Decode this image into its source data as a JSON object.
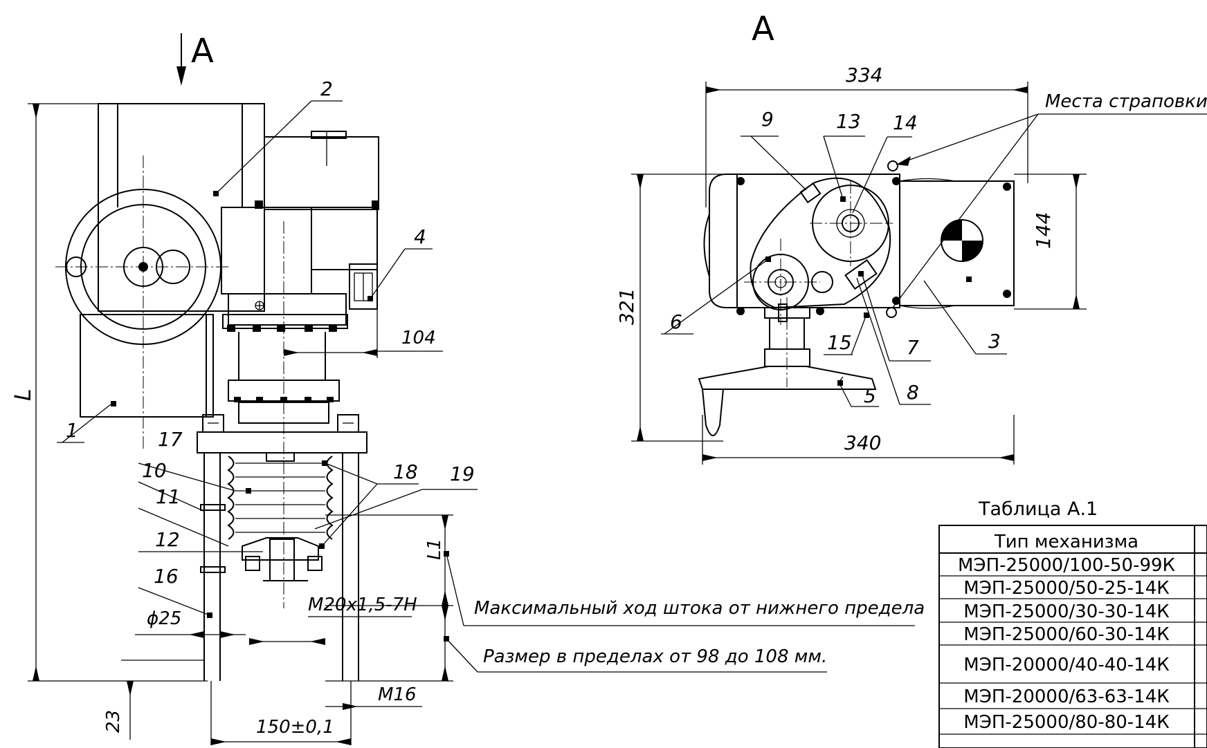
{
  "view_labels": {
    "arrow_label": "A",
    "view_title": "A"
  },
  "callouts": [
    "1",
    "2",
    "3",
    "4",
    "5",
    "6",
    "7",
    "8",
    "9",
    "10",
    "11",
    "12",
    "13",
    "14",
    "15",
    "16",
    "17",
    "18",
    "19"
  ],
  "dimensions": {
    "d104": "104",
    "d334": "334",
    "d321": "321",
    "d144": "144",
    "d340": "340",
    "dL": "L",
    "dL1": "L1",
    "d25": "ϕ25",
    "d23": "23",
    "dM20": "M20x1,5-7H",
    "dM16": "M16",
    "d150": "150±0,1"
  },
  "notes": {
    "sling_points": "Места страповки",
    "max_stroke": "Максимальный ход штока от нижнего предела",
    "size_range": "Размер в пределах от 98 до 108 мм."
  },
  "table": {
    "title": "Таблица А.1",
    "header": "Тип  механизма",
    "rows": [
      "МЭП-25000/100-50-99К",
      "МЭП-25000/50-25-14К",
      "МЭП-25000/30-30-14К",
      "МЭП-25000/60-30-14К",
      "МЭП-20000/40-40-14К",
      "МЭП-20000/63-63-14К",
      "МЭП-25000/80-80-14К"
    ]
  }
}
